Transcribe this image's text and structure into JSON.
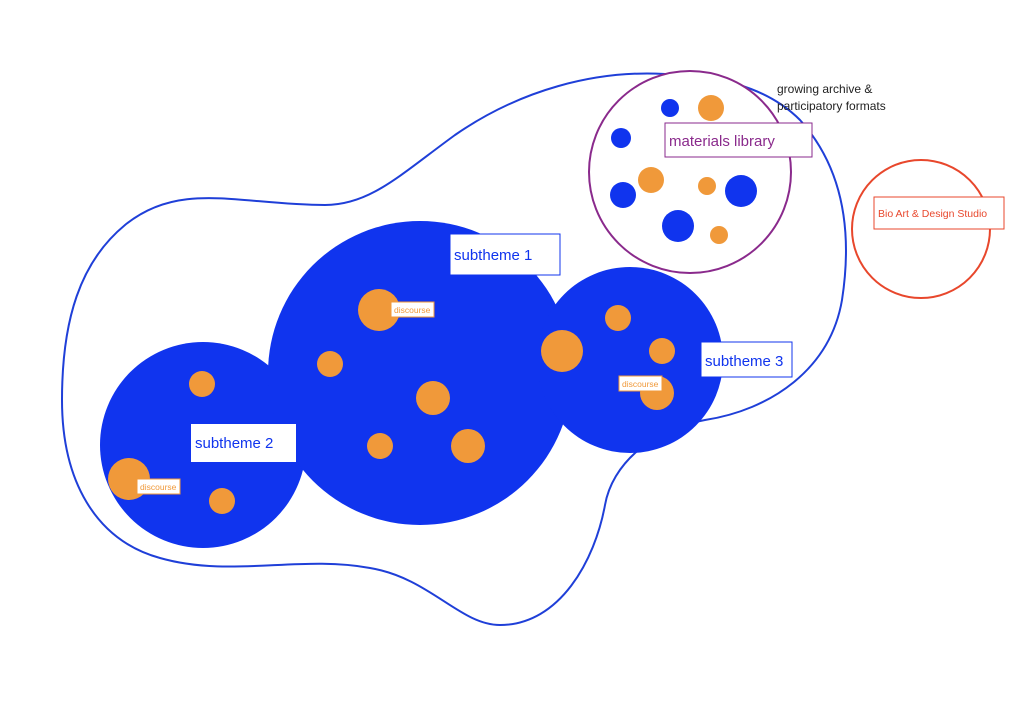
{
  "colors": {
    "blue": "#1034ee",
    "orange": "#f0993a",
    "purple": "#8a2a8c",
    "red": "#e8472c",
    "outline": "#1f3fd8",
    "background": "#ffffff"
  },
  "labels": {
    "subtheme_1": "subtheme 1",
    "subtheme_2": "subtheme 2",
    "subtheme_3": "subtheme 3",
    "materials_library": "materials library",
    "archive_line_1": "growing archive &",
    "archive_line_2": "participatory formats",
    "studio": "Bio Art & Design Studio",
    "discourse_1": "discourse",
    "discourse_2": "discourse",
    "discourse_3": "discourse"
  }
}
